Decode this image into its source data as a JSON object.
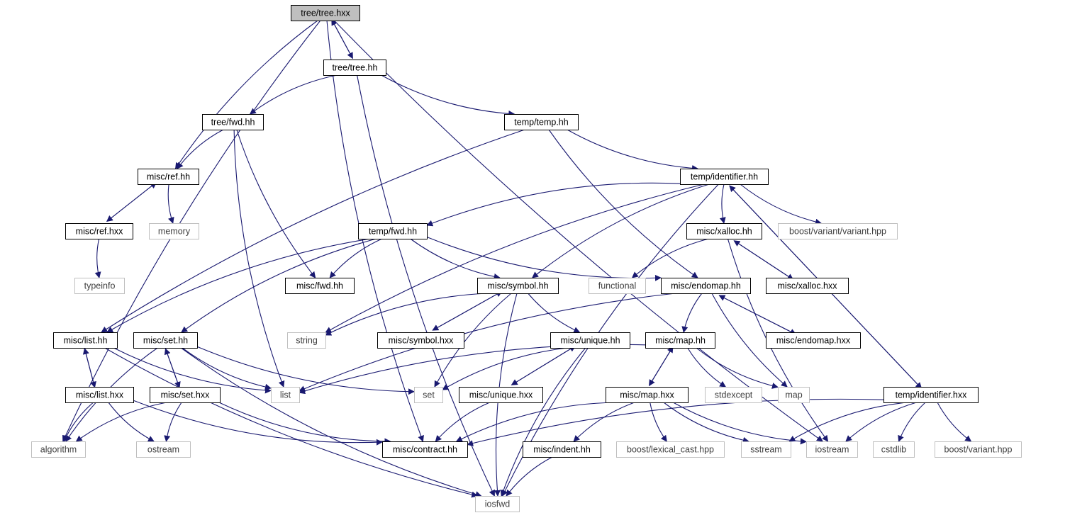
{
  "graph": {
    "nodes": [
      {
        "id": "tree_hxx",
        "label": "tree/tree.hxx",
        "kind": "root"
      },
      {
        "id": "tree_hh",
        "label": "tree/tree.hh",
        "kind": "file"
      },
      {
        "id": "tree_fwd",
        "label": "tree/fwd.hh",
        "kind": "file"
      },
      {
        "id": "temp_hh",
        "label": "temp/temp.hh",
        "kind": "file"
      },
      {
        "id": "misc_ref",
        "label": "misc/ref.hh",
        "kind": "file"
      },
      {
        "id": "temp_ident",
        "label": "temp/identifier.hh",
        "kind": "file"
      },
      {
        "id": "misc_ref_hxx",
        "label": "misc/ref.hxx",
        "kind": "file"
      },
      {
        "id": "memory",
        "label": "memory",
        "kind": "system"
      },
      {
        "id": "temp_fwd",
        "label": "temp/fwd.hh",
        "kind": "file"
      },
      {
        "id": "misc_xalloc",
        "label": "misc/xalloc.hh",
        "kind": "file"
      },
      {
        "id": "boost_variant_variant",
        "label": "boost/variant/variant.hpp",
        "kind": "system"
      },
      {
        "id": "typeinfo",
        "label": "typeinfo",
        "kind": "system"
      },
      {
        "id": "misc_fwd",
        "label": "misc/fwd.hh",
        "kind": "file"
      },
      {
        "id": "misc_symbol",
        "label": "misc/symbol.hh",
        "kind": "file"
      },
      {
        "id": "functional",
        "label": "functional",
        "kind": "system"
      },
      {
        "id": "misc_endomap",
        "label": "misc/endomap.hh",
        "kind": "file"
      },
      {
        "id": "misc_xalloc_hxx",
        "label": "misc/xalloc.hxx",
        "kind": "file"
      },
      {
        "id": "misc_list",
        "label": "misc/list.hh",
        "kind": "file"
      },
      {
        "id": "misc_set",
        "label": "misc/set.hh",
        "kind": "file"
      },
      {
        "id": "string",
        "label": "string",
        "kind": "system"
      },
      {
        "id": "misc_symbol_hxx",
        "label": "misc/symbol.hxx",
        "kind": "file"
      },
      {
        "id": "misc_unique",
        "label": "misc/unique.hh",
        "kind": "file"
      },
      {
        "id": "misc_map",
        "label": "misc/map.hh",
        "kind": "file"
      },
      {
        "id": "misc_endomap_hxx",
        "label": "misc/endomap.hxx",
        "kind": "file"
      },
      {
        "id": "misc_list_hxx",
        "label": "misc/list.hxx",
        "kind": "file"
      },
      {
        "id": "misc_set_hxx",
        "label": "misc/set.hxx",
        "kind": "file"
      },
      {
        "id": "list",
        "label": "list",
        "kind": "system"
      },
      {
        "id": "set",
        "label": "set",
        "kind": "system"
      },
      {
        "id": "misc_unique_hxx",
        "label": "misc/unique.hxx",
        "kind": "file"
      },
      {
        "id": "misc_map_hxx",
        "label": "misc/map.hxx",
        "kind": "file"
      },
      {
        "id": "stdexcept",
        "label": "stdexcept",
        "kind": "system"
      },
      {
        "id": "map",
        "label": "map",
        "kind": "system"
      },
      {
        "id": "temp_ident_hxx",
        "label": "temp/identifier.hxx",
        "kind": "file"
      },
      {
        "id": "algorithm",
        "label": "algorithm",
        "kind": "system"
      },
      {
        "id": "ostream",
        "label": "ostream",
        "kind": "system"
      },
      {
        "id": "misc_contract",
        "label": "misc/contract.hh",
        "kind": "file"
      },
      {
        "id": "misc_indent",
        "label": "misc/indent.hh",
        "kind": "file"
      },
      {
        "id": "boost_lexical_cast",
        "label": "boost/lexical_cast.hpp",
        "kind": "system"
      },
      {
        "id": "sstream",
        "label": "sstream",
        "kind": "system"
      },
      {
        "id": "iostream",
        "label": "iostream",
        "kind": "system"
      },
      {
        "id": "cstdlib",
        "label": "cstdlib",
        "kind": "system"
      },
      {
        "id": "boost_variant",
        "label": "boost/variant.hpp",
        "kind": "system"
      },
      {
        "id": "iosfwd",
        "label": "iosfwd",
        "kind": "system"
      }
    ],
    "edges": [
      {
        "from": "tree_hxx",
        "to": "tree_hh"
      },
      {
        "from": "tree_hh",
        "to": "tree_hxx"
      },
      {
        "from": "tree_hxx",
        "to": "misc_ref"
      },
      {
        "from": "tree_hxx",
        "to": "algorithm"
      },
      {
        "from": "tree_hxx",
        "to": "misc_contract"
      },
      {
        "from": "tree_hxx",
        "to": "iostream"
      },
      {
        "from": "tree_hh",
        "to": "tree_fwd"
      },
      {
        "from": "tree_hh",
        "to": "temp_hh"
      },
      {
        "from": "tree_hh",
        "to": "iosfwd"
      },
      {
        "from": "tree_fwd",
        "to": "misc_ref"
      },
      {
        "from": "tree_fwd",
        "to": "misc_fwd"
      },
      {
        "from": "tree_fwd",
        "to": "list"
      },
      {
        "from": "temp_hh",
        "to": "temp_ident"
      },
      {
        "from": "temp_hh",
        "to": "misc_list"
      },
      {
        "from": "temp_hh",
        "to": "misc_endomap"
      },
      {
        "from": "misc_ref",
        "to": "misc_ref_hxx"
      },
      {
        "from": "misc_ref_hxx",
        "to": "misc_ref"
      },
      {
        "from": "misc_ref",
        "to": "memory"
      },
      {
        "from": "misc_ref_hxx",
        "to": "typeinfo"
      },
      {
        "from": "temp_ident",
        "to": "temp_fwd"
      },
      {
        "from": "temp_ident",
        "to": "misc_xalloc"
      },
      {
        "from": "temp_ident",
        "to": "boost_variant_variant"
      },
      {
        "from": "temp_ident",
        "to": "misc_symbol"
      },
      {
        "from": "temp_ident",
        "to": "string"
      },
      {
        "from": "temp_ident",
        "to": "temp_ident_hxx"
      },
      {
        "from": "temp_ident_hxx",
        "to": "temp_ident"
      },
      {
        "from": "temp_ident",
        "to": "iosfwd"
      },
      {
        "from": "temp_fwd",
        "to": "misc_fwd"
      },
      {
        "from": "temp_fwd",
        "to": "misc_symbol"
      },
      {
        "from": "temp_fwd",
        "to": "misc_endomap"
      },
      {
        "from": "temp_fwd",
        "to": "misc_list"
      },
      {
        "from": "temp_fwd",
        "to": "misc_set"
      },
      {
        "from": "misc_xalloc",
        "to": "functional"
      },
      {
        "from": "misc_xalloc",
        "to": "misc_xalloc_hxx"
      },
      {
        "from": "misc_xalloc_hxx",
        "to": "misc_xalloc"
      },
      {
        "from": "misc_xalloc",
        "to": "iostream"
      },
      {
        "from": "misc_symbol",
        "to": "string"
      },
      {
        "from": "misc_symbol",
        "to": "misc_symbol_hxx"
      },
      {
        "from": "misc_symbol_hxx",
        "to": "misc_symbol"
      },
      {
        "from": "misc_symbol",
        "to": "misc_unique"
      },
      {
        "from": "misc_symbol",
        "to": "set"
      },
      {
        "from": "misc_symbol",
        "to": "iosfwd"
      },
      {
        "from": "misc_endomap",
        "to": "misc_map"
      },
      {
        "from": "misc_endomap",
        "to": "misc_endomap_hxx"
      },
      {
        "from": "misc_endomap_hxx",
        "to": "misc_endomap"
      },
      {
        "from": "misc_endomap",
        "to": "map"
      },
      {
        "from": "misc_endomap",
        "to": "list"
      },
      {
        "from": "misc_list",
        "to": "misc_list_hxx"
      },
      {
        "from": "misc_list_hxx",
        "to": "misc_list"
      },
      {
        "from": "misc_list",
        "to": "list"
      },
      {
        "from": "misc_list",
        "to": "iosfwd"
      },
      {
        "from": "misc_list_hxx",
        "to": "algorithm"
      },
      {
        "from": "misc_list_hxx",
        "to": "ostream"
      },
      {
        "from": "misc_list_hxx",
        "to": "misc_contract"
      },
      {
        "from": "misc_set",
        "to": "misc_set_hxx"
      },
      {
        "from": "misc_set_hxx",
        "to": "misc_set"
      },
      {
        "from": "misc_set",
        "to": "list"
      },
      {
        "from": "misc_set",
        "to": "set"
      },
      {
        "from": "misc_set",
        "to": "algorithm"
      },
      {
        "from": "misc_set",
        "to": "iosfwd"
      },
      {
        "from": "misc_set_hxx",
        "to": "algorithm"
      },
      {
        "from": "misc_set_hxx",
        "to": "ostream"
      },
      {
        "from": "misc_set_hxx",
        "to": "misc_contract"
      },
      {
        "from": "misc_unique",
        "to": "misc_unique_hxx"
      },
      {
        "from": "misc_unique_hxx",
        "to": "misc_unique"
      },
      {
        "from": "misc_unique",
        "to": "set"
      },
      {
        "from": "misc_unique",
        "to": "iosfwd"
      },
      {
        "from": "misc_unique_hxx",
        "to": "misc_contract"
      },
      {
        "from": "misc_map",
        "to": "misc_map_hxx"
      },
      {
        "from": "misc_map_hxx",
        "to": "misc_map"
      },
      {
        "from": "misc_map",
        "to": "stdexcept"
      },
      {
        "from": "misc_map",
        "to": "map"
      },
      {
        "from": "misc_map",
        "to": "list"
      },
      {
        "from": "misc_map_hxx",
        "to": "misc_contract"
      },
      {
        "from": "misc_map_hxx",
        "to": "misc_indent"
      },
      {
        "from": "misc_map_hxx",
        "to": "boost_lexical_cast"
      },
      {
        "from": "misc_map_hxx",
        "to": "sstream"
      },
      {
        "from": "misc_map_hxx",
        "to": "iostream"
      },
      {
        "from": "misc_indent",
        "to": "iosfwd"
      },
      {
        "from": "temp_ident_hxx",
        "to": "misc_contract"
      },
      {
        "from": "temp_ident_hxx",
        "to": "sstream"
      },
      {
        "from": "temp_ident_hxx",
        "to": "iostream"
      },
      {
        "from": "temp_ident_hxx",
        "to": "cstdlib"
      },
      {
        "from": "temp_ident_hxx",
        "to": "boost_variant"
      }
    ]
  },
  "colors": {
    "edge": "#191970",
    "file_border": "#000000",
    "system_border": "#bfbfbf",
    "root_fill": "#bfbfbf",
    "node_fill": "#ffffff",
    "file_text": "#000000",
    "system_text": "#404040"
  }
}
